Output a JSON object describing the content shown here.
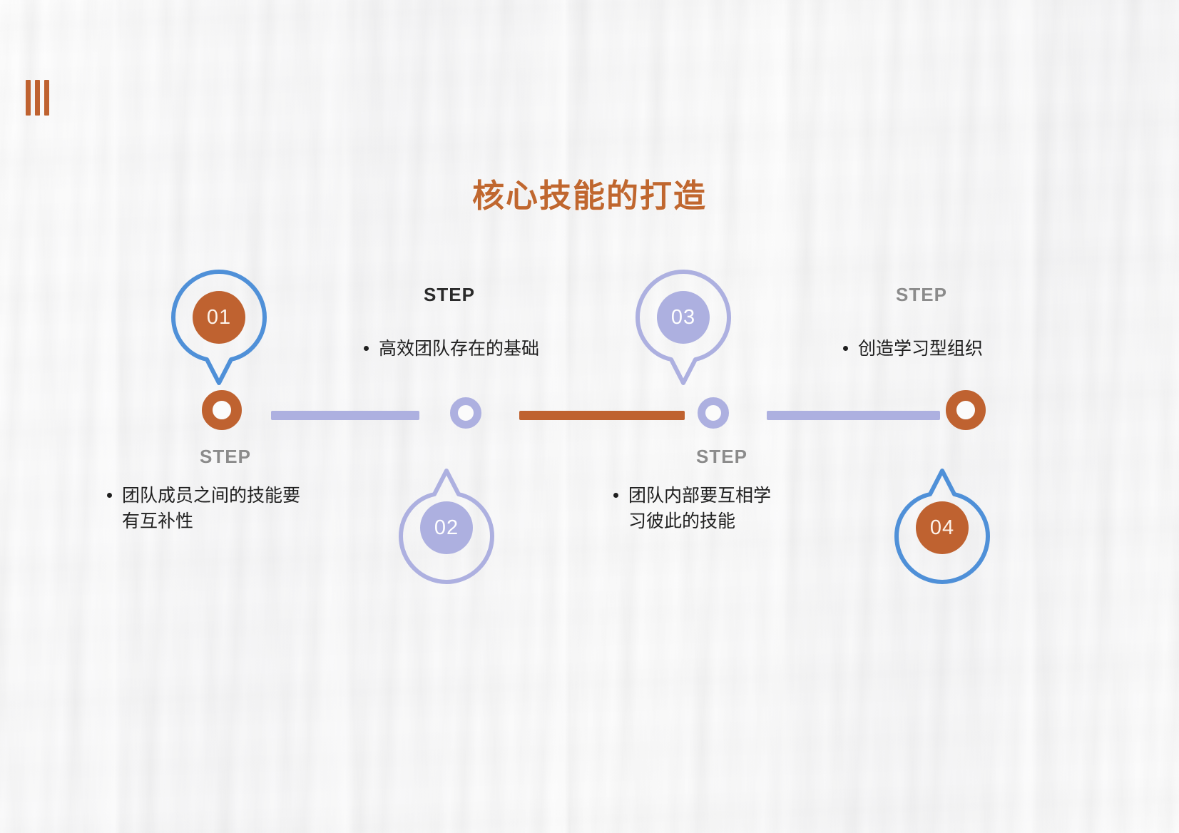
{
  "slide": {
    "title": "核心技能的打造",
    "accent_orange": "#bf6230",
    "accent_lavender": "#adb0e0",
    "accent_blue": "#4f90d8",
    "step_word": "STEP",
    "background": "crumpled-paper-texture"
  },
  "corner_mark": {
    "name": "three-vertical-bars",
    "count": 3,
    "color": "#bf6230"
  },
  "steps": [
    {
      "number": "01",
      "step_label": "STEP",
      "text": "团队成员之间的技能要\n有互补性",
      "badge_color": "#bf6230",
      "ring_color": "#4f90d8",
      "node_color": "#bf6230",
      "position": "above-axis",
      "label_tone": "gray"
    },
    {
      "number": "02",
      "step_label": "STEP",
      "text": "高效团队存在的基础",
      "badge_color": "#adb0e0",
      "ring_color": "#adb0e0",
      "node_color": "#adb0e0",
      "position": "below-axis",
      "label_tone": "dark"
    },
    {
      "number": "03",
      "step_label": "STEP",
      "text": "团队内部要互相学\n习彼此的技能",
      "badge_color": "#adb0e0",
      "ring_color": "#adb0e0",
      "node_color": "#adb0e0",
      "position": "above-axis",
      "label_tone": "gray"
    },
    {
      "number": "04",
      "step_label": "STEP",
      "text": "创造学习型组织",
      "badge_color": "#bf6230",
      "ring_color": "#4f90d8",
      "node_color": "#bf6230",
      "position": "below-axis",
      "label_tone": "gray"
    }
  ],
  "connectors": [
    {
      "from": "01",
      "to": "02",
      "color": "#adb0e0"
    },
    {
      "from": "02",
      "to": "03",
      "color": "#bf6230"
    },
    {
      "from": "03",
      "to": "04",
      "color": "#adb0e0"
    }
  ]
}
